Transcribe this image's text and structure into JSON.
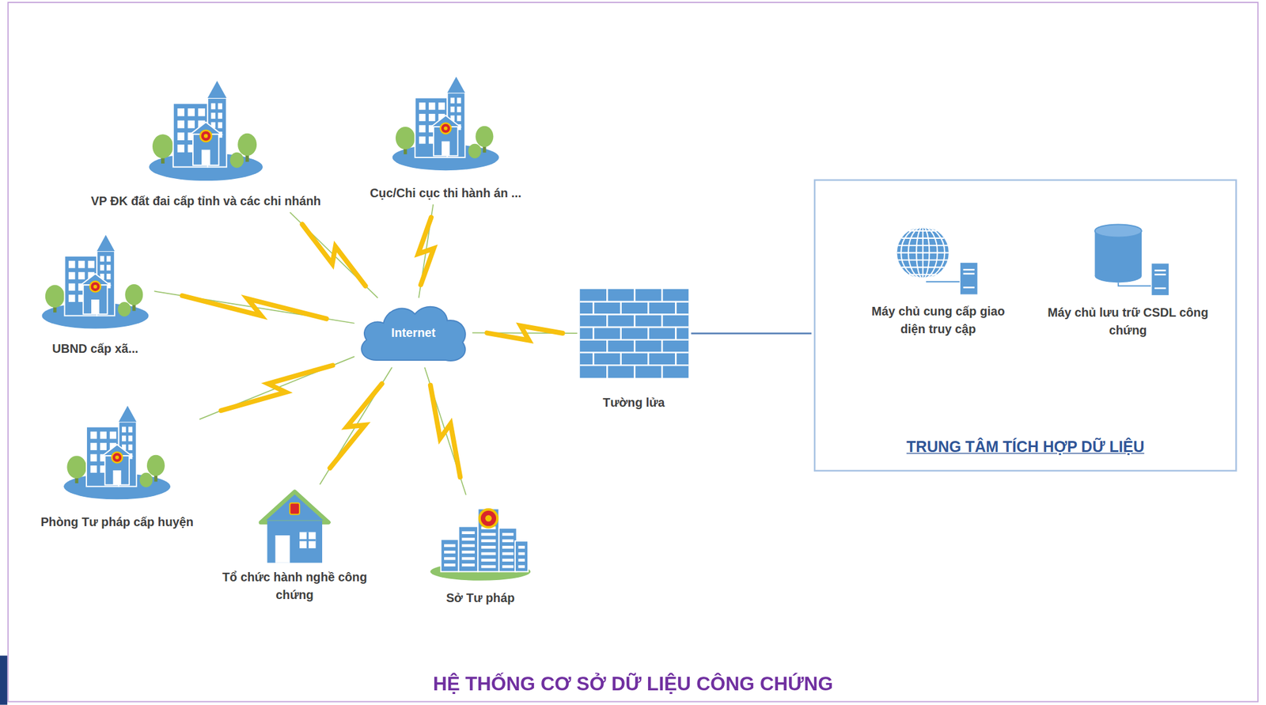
{
  "diagram": {
    "title": "HỆ THỐNG CƠ SỞ DỮ LIỆU CÔNG CHỨNG",
    "nodes": [
      {
        "text": [
          "VP ĐK đất đai cấp tỉnh và các chi nhánh"
        ]
      },
      {
        "text": [
          "Cục/Chi cục thi hành án ..."
        ]
      },
      {
        "text": [
          "UBND cấp xã..."
        ]
      },
      {
        "text": [
          "Internet"
        ]
      },
      {
        "text": [
          "Tường lửa"
        ]
      },
      {
        "text": [
          "TRUNG TÂM TÍCH HỢP DỮ LIỆU"
        ]
      },
      {
        "text": [
          "Máy chủ cung cấp giao diện truy cập"
        ],
        "in": 5
      },
      {
        "text": [
          "Máy chủ lưu trữ CSDL công chứng"
        ],
        "in": 5
      },
      {
        "text": [
          "Phòng Tư pháp cấp huyện"
        ]
      },
      {
        "text": [
          "Tổ chức hành nghề công chứng"
        ]
      },
      {
        "text": [
          "Sở Tư pháp"
        ]
      }
    ],
    "edges": [
      {
        "from": 0,
        "to": 3,
        "arrow": "none"
      },
      {
        "from": 1,
        "to": 3,
        "arrow": "none"
      },
      {
        "from": 2,
        "to": 3,
        "arrow": "none"
      },
      {
        "from": 8,
        "to": 3,
        "arrow": "none"
      },
      {
        "from": 9,
        "to": 3,
        "arrow": "none"
      },
      {
        "from": 10,
        "to": 3,
        "arrow": "none"
      },
      {
        "from": 3,
        "to": 4,
        "arrow": "none"
      },
      {
        "from": 4,
        "to": 5,
        "arrow": "none"
      }
    ]
  }
}
